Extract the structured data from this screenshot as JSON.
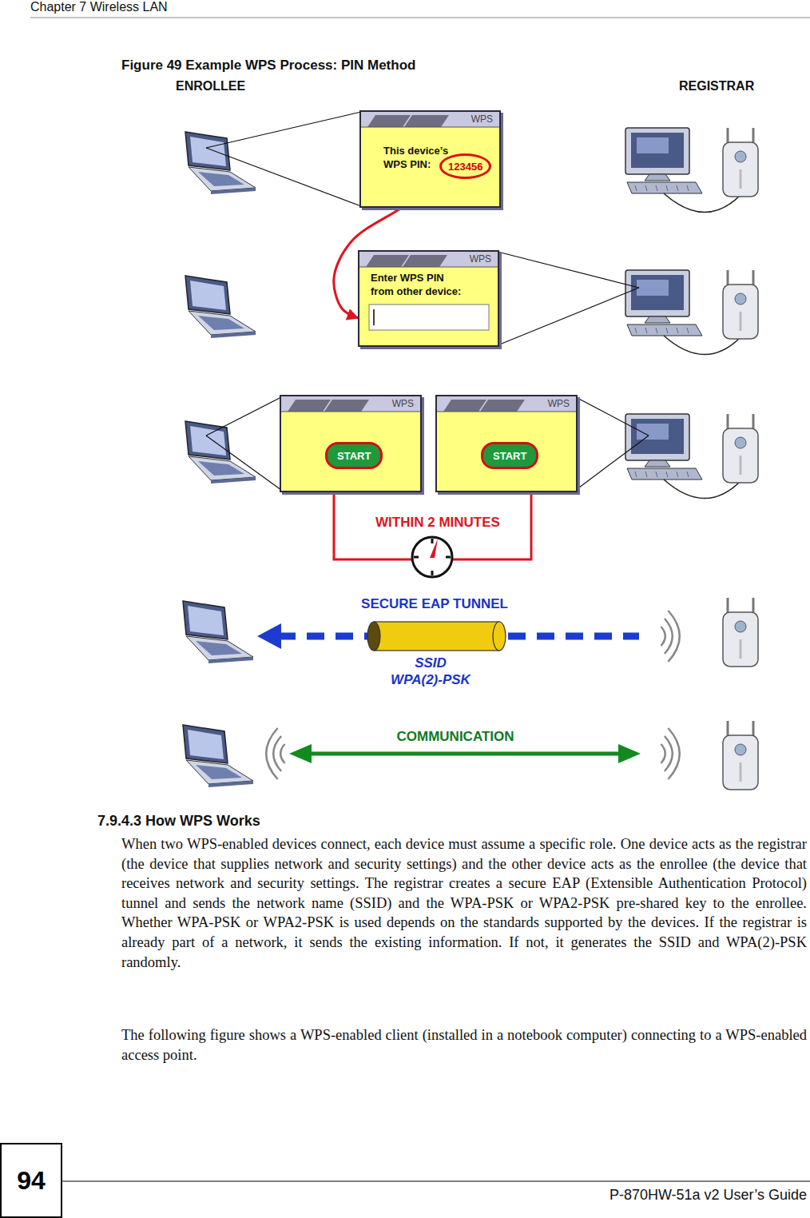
{
  "diagram": {
    "caption": "Figure 49 Example WPS Process: PIN Method",
    "nodes": [
      {
        "text": [
          "WPS",
          "This device’s WPS PIN:"
        ]
      },
      {
        "text": [
          "123456"
        ],
        "in": 0
      },
      {
        "text": [
          "WPS",
          "Enter WPS PIN from other device:"
        ]
      },
      {
        "text": [
          "WPS"
        ]
      },
      {
        "text": [
          "START"
        ],
        "in": 3
      },
      {
        "text": [
          "WPS"
        ]
      },
      {
        "text": [
          "START"
        ],
        "in": 5
      },
      {
        "text": [
          "94"
        ]
      }
    ],
    "edges": [
      {
        "from": 1,
        "to": 2,
        "arrow": "to"
      },
      {
        "from": 3,
        "to": 5,
        "label": "WITHIN 2 MINUTES",
        "arrow": "none"
      }
    ],
    "labels": [
      "Chapter 7 Wireless LAN",
      "ENROLLEE",
      "REGISTRAR",
      "SECURE EAP TUNNEL",
      "SSID",
      "WPA(2)-PSK",
      "COMMUNICATION",
      "7.9.4.3 How WPS Works",
      "When two WPS-enabled devices connect, each device must assume a specific role. One device acts as the registrar (the device that supplies network and security settings) and the other device acts as the enrollee (the device that receives network and security settings. The registrar creates a secure EAP (Extensible Authentication Protocol) tunnel and sends the network name (SSID) and the WPA-PSK or WPA2-PSK pre-shared key to the enrollee. Whether WPA-PSK or WPA2-PSK is used depends on the standards supported by the devices. If the registrar is already part of a network, it sends the existing information. If not, it generates the SSID and WPA(2)-PSK randomly.",
      "The following figure shows a WPS-enabled client (installed in a notebook computer) connecting to a WPS-enabled access point.",
      "P-870HW-51a v2 User’s Guide"
    ]
  }
}
